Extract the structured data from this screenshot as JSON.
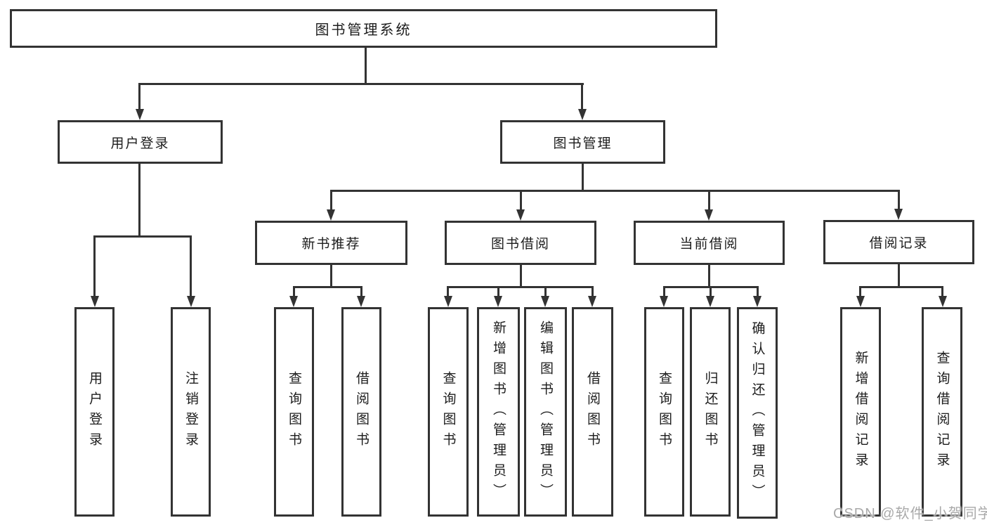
{
  "diagram": {
    "tree": {
      "label": "图书管理系统",
      "children": [
        {
          "label": "用户登录",
          "children": [
            {
              "label": "用户登录"
            },
            {
              "label": "注销登录"
            }
          ]
        },
        {
          "label": "图书管理",
          "children": [
            {
              "label": "新书推荐",
              "children": [
                {
                  "label": "查询图书"
                },
                {
                  "label": "借阅图书"
                }
              ]
            },
            {
              "label": "图书借阅",
              "children": [
                {
                  "label": "查询图书"
                },
                {
                  "label": "新增图书（管理员）"
                },
                {
                  "label": "编辑图书（管理员）"
                },
                {
                  "label": "借阅图书"
                }
              ]
            },
            {
              "label": "当前借阅",
              "children": [
                {
                  "label": "查询图书"
                },
                {
                  "label": "归还图书"
                },
                {
                  "label": "确认归还（管理员）"
                }
              ]
            },
            {
              "label": "借阅记录",
              "children": [
                {
                  "label": "新增借阅记录"
                },
                {
                  "label": "查询借阅记录"
                }
              ]
            }
          ]
        }
      ]
    },
    "colors": {
      "line": "#333333",
      "text": "#1c1c1c",
      "box_background": "#ffffff",
      "page_background": "#ffffff",
      "watermark": "#a9a9a9"
    }
  },
  "watermark": "CSDN @软件_小贺同学"
}
